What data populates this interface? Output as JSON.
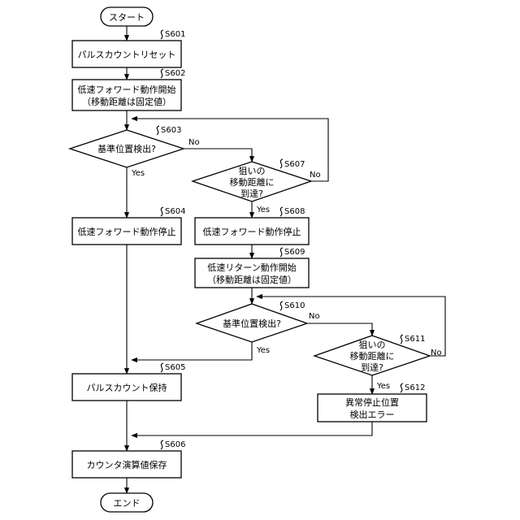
{
  "flowchart": {
    "start": "スタート",
    "end": "エンド",
    "nodes": {
      "s601": {
        "id": "S601",
        "lines": [
          "パルスカウントリセット"
        ]
      },
      "s602": {
        "id": "S602",
        "lines": [
          "低速フォワード動作開始",
          "（移動距離は固定値）"
        ]
      },
      "s603": {
        "id": "S603",
        "lines": [
          "基準位置検出?"
        ]
      },
      "s604": {
        "id": "S604",
        "lines": [
          "低速フォワード動作停止"
        ]
      },
      "s605": {
        "id": "S605",
        "lines": [
          "パルスカウント保持"
        ]
      },
      "s606": {
        "id": "S606",
        "lines": [
          "カウンタ演算値保存"
        ]
      },
      "s607": {
        "id": "S607",
        "lines": [
          "狙いの",
          "移動距離に",
          "到達?"
        ]
      },
      "s608": {
        "id": "S608",
        "lines": [
          "低速フォワード動作停止"
        ]
      },
      "s609": {
        "id": "S609",
        "lines": [
          "低速リターン動作開始",
          "（移動距離は固定値）"
        ]
      },
      "s610": {
        "id": "S610",
        "lines": [
          "基準位置検出?"
        ]
      },
      "s611": {
        "id": "S611",
        "lines": [
          "狙いの",
          "移動距離に",
          "到達?"
        ]
      },
      "s612": {
        "id": "S612",
        "lines": [
          "異常停止位置",
          "検出エラー"
        ]
      }
    },
    "branch_labels": {
      "yes": "Yes",
      "no": "No"
    }
  }
}
